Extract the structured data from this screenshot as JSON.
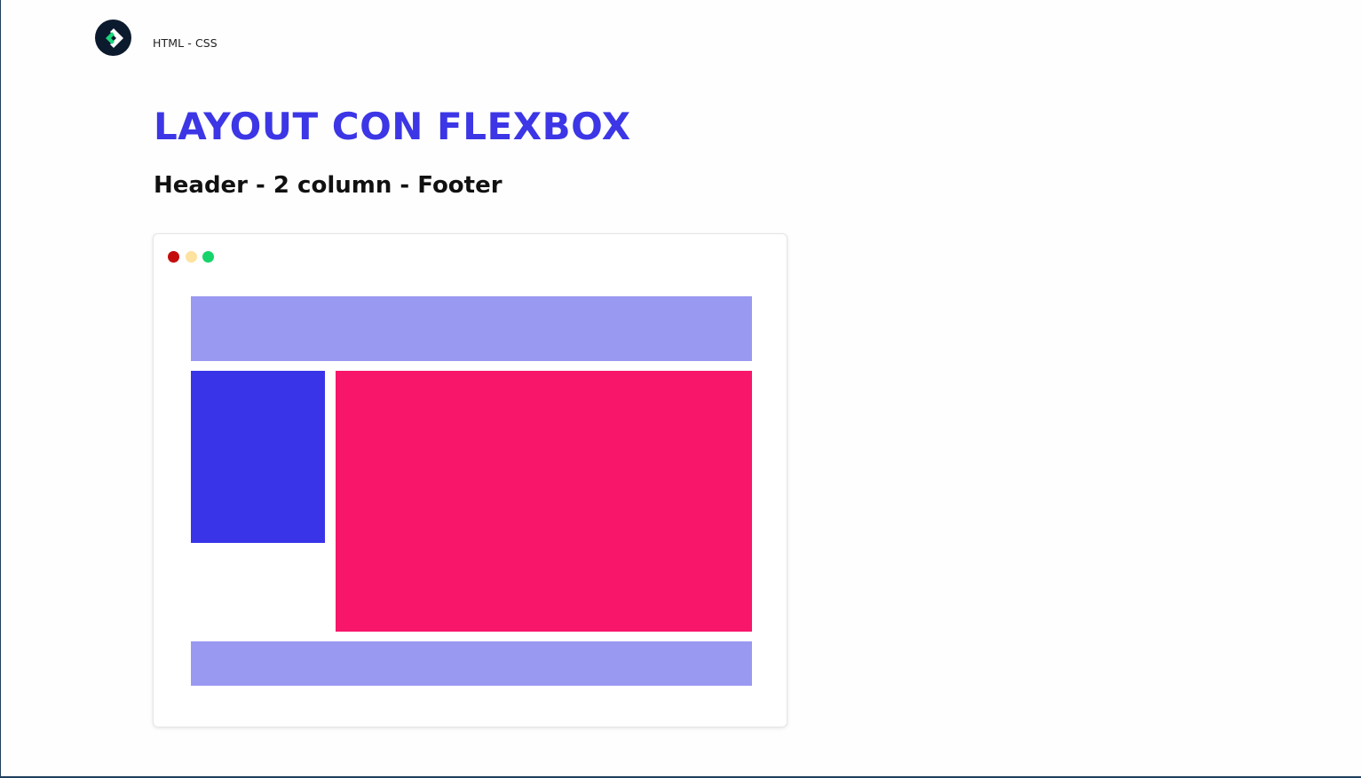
{
  "header": {
    "logo_icon": "code-chevron-logo-icon",
    "breadcrumb": "HTML - CSS"
  },
  "main": {
    "title": "LAYOUT CON FLEXBOX",
    "subtitle": "Header - 2 column - Footer"
  },
  "mockup": {
    "window_controls": [
      {
        "name": "close",
        "color": "#c40d0d"
      },
      {
        "name": "minimize",
        "color": "#fde2a0"
      },
      {
        "name": "maximize",
        "color": "#16d46a"
      }
    ],
    "colors": {
      "header": "#9a99f2",
      "sidebar": "#3934e8",
      "main": "#f8166a",
      "footer": "#9a99f2",
      "title": "#3c36e6"
    }
  }
}
